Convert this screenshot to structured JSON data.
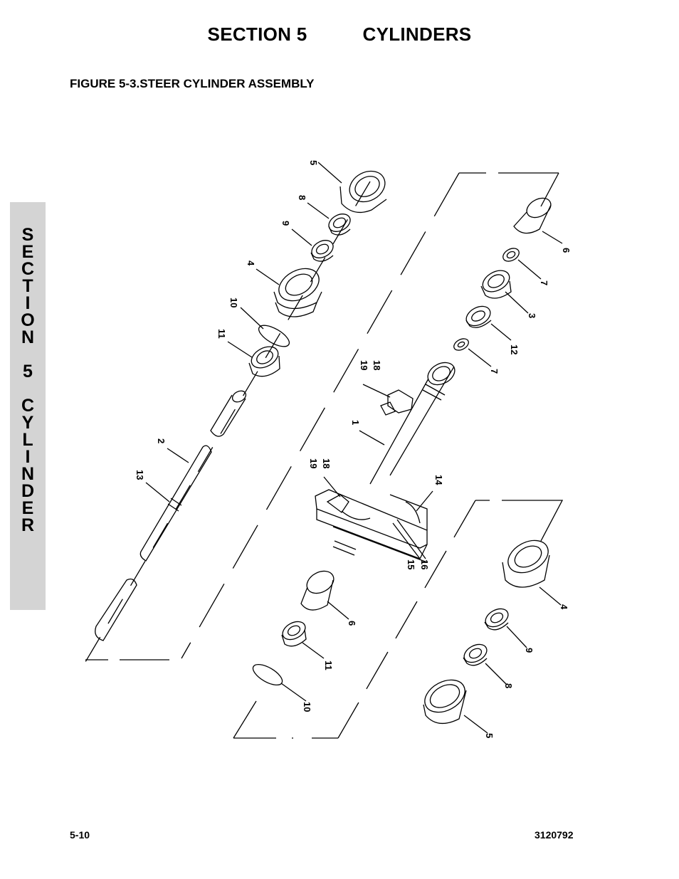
{
  "header": {
    "section": "SECTION 5",
    "title": "CYLINDERS"
  },
  "figure_title": "FIGURE 5-3.STEER CYLINDER ASSEMBLY",
  "side_tab": {
    "letters": [
      "S",
      "E",
      "C",
      "T",
      "I",
      "O",
      "N",
      " ",
      "5",
      " ",
      "C",
      "Y",
      "L",
      "I",
      "N",
      "D",
      "E",
      "R"
    ]
  },
  "footer": {
    "page_number": "5-10",
    "doc_number": "3120792"
  },
  "callouts": {
    "c5_top": "5",
    "c8_top": "8",
    "c9_top": "9",
    "c4_top": "4",
    "c10_top": "10",
    "c11_top": "11",
    "c2": "2",
    "c13": "13",
    "c6_top": "6",
    "c7_a": "7",
    "c3": "3",
    "c12": "12",
    "c7_b": "7",
    "c19_top": "19",
    "c18_top": "18",
    "c1": "1",
    "c19_mid": "19",
    "c18_mid": "18",
    "c14": "14",
    "c15": "15",
    "c16": "16",
    "c6_bot": "6",
    "c11_bot": "11",
    "c10_bot": "10",
    "c4_bot": "4",
    "c9_bot": "9",
    "c8_bot": "8",
    "c5_bot": "5"
  }
}
